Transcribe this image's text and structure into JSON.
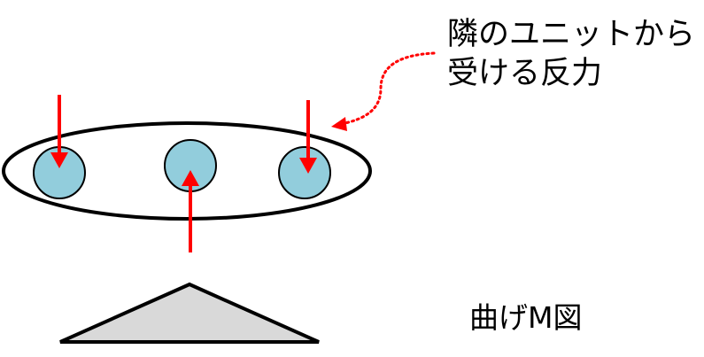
{
  "labels": {
    "reaction_line1": "隣のユニットから",
    "reaction_line2": "受ける反力",
    "moment": "曲げM図"
  },
  "colors": {
    "arrow": "#ff0000",
    "circle_fill": "#92cddc",
    "outline": "#000000",
    "triangle_fill": "#d9d9d9",
    "background": "#ffffff"
  }
}
